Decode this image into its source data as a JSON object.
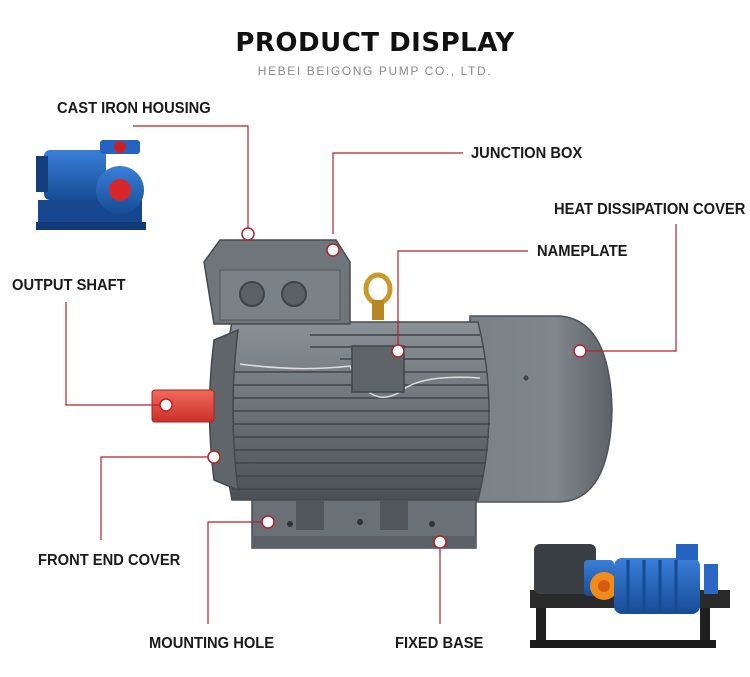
{
  "header": {
    "title": "PRODUCT DISPLAY",
    "subtitle": "HEBEI BEIGONG PUMP CO., LTD."
  },
  "callouts": {
    "cast_iron_housing": "CAST IRON HOUSING",
    "junction_box": "JUNCTION BOX",
    "heat_dissipation_cover": "HEAT DISSIPATION COVER",
    "nameplate": "NAMEPLATE",
    "output_shaft": "OUTPUT SHAFT",
    "front_end_cover": "FRONT END COVER",
    "mounting_hole": "MOUNTING HOLE",
    "fixed_base": "FIXED BASE"
  },
  "colors": {
    "leader_line": "#b5222a",
    "motor_body": "#6c7378",
    "motor_dark": "#4e5458",
    "shaft": "#e2453a",
    "pump_blue": "#1e5fb5",
    "pump_orange": "#f08c1c"
  }
}
